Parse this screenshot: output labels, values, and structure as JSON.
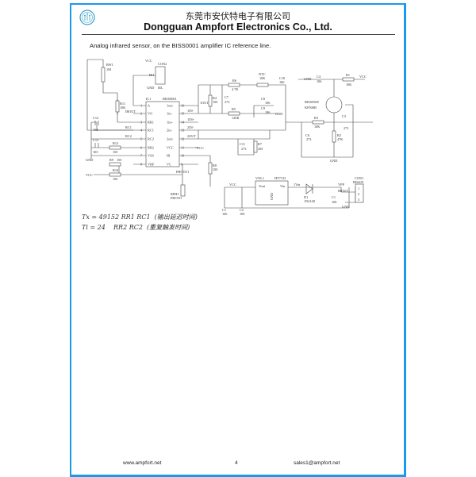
{
  "header": {
    "company_cn": "东莞市安伏特电子有限公司",
    "company_en": "Dongguan Ampfort Electronics Co., Ltd."
  },
  "intro": "Analog infrared sensor, on the BISS0001 amplifier IC reference line.",
  "schematic": {
    "ic1": "IC1",
    "ic1_part": "BISS0001",
    "left_pins": [
      "A",
      "VO",
      "RR1",
      "RC1",
      "RC2",
      "RR2",
      "VSS",
      "VRF"
    ],
    "left_nums": [
      "1",
      "2",
      "3",
      "4",
      "5",
      "6",
      "7",
      "8"
    ],
    "right_pins": [
      "1out",
      "1in-",
      "1in+",
      "2in-",
      "2out",
      "VCC",
      "IB",
      "VC"
    ],
    "right_nums": [
      "16",
      "15",
      "14",
      "13",
      "12",
      "11",
      "10",
      "9"
    ],
    "net_ibout": "IBOUT",
    "net_rc1": "RC1",
    "net_rc2": "RC2",
    "net_1in-": "1IN-",
    "net_1in+": "1IN+",
    "net_2in-": "2IN-",
    "net_2out": "2OUT",
    "net_1out": "1OUT",
    "net_vcc": "VCC",
    "net_gnd": "GND",
    "net_photo": "PHOTO1",
    "net_1vin": "1Vin",
    "net_vpp": "VPP",
    "rw1": "RW1",
    "rw1_v": "1M",
    "r11": "R11",
    "r11_v": "10K",
    "con2": "CON2",
    "con2_a": "IB1",
    "con2_b": "IEL",
    "c12": "C12",
    "c12_v": "102",
    "c13": "C13",
    "c13_v": "103",
    "r12": "R12",
    "r12_v": "1M",
    "r9": "R9",
    "r9_v": "1M",
    "r10": "R10",
    "r10_v": "1M",
    "rph1": "RPH1",
    "rph1_v": "PHOTO",
    "r4": "R4",
    "r4_v": "1M",
    "c7": "C7",
    "c7_v": "273",
    "r6": "R6",
    "r6_v": "4.7K",
    "ntc": "NTC",
    "ntc_v": "10K",
    "c10": "C10",
    "c10_v": "106",
    "c8": "C8",
    "c8_v": "106",
    "c9": "C9",
    "c9_v": "106",
    "r5": "R5",
    "r5_v": "120K",
    "c11": "C11",
    "c11_v": "273",
    "r7": "R7",
    "r7_v": "2M",
    "r8": "R8",
    "r8_v": "1M",
    "c4": "C4",
    "c4_v": "106",
    "r1": "R1",
    "r1_v": "10K",
    "q1a": "BISS0508",
    "q1b": "KP506B",
    "r3": "R3",
    "r3_v": "10K",
    "c3": "C3",
    "c3_v": "273",
    "c6": "C6",
    "c6_v": "273",
    "r2": "R2",
    "r2_v": "47K",
    "vol1": "VOL1",
    "ht": "HT7133",
    "vout": "Vout",
    "vin": "Vin",
    "c1a": "C1",
    "c1a_v": "106",
    "c2": "C2",
    "c2_v": "106",
    "d1": "D1",
    "d1_v": "1N4148",
    "c1b": "C1",
    "c1b_v": "106",
    "con1": "CON1",
    "con1_b": "BISS/N",
    "con1_pins": [
      "1",
      "2",
      "3"
    ]
  },
  "formulas": {
    "line1": "Tx = 49152 RR1 RC1  (输出延迟时间)",
    "line2": "Ti = 24    RR2 RC2  (重复触发时间)"
  },
  "footer": {
    "website": "www.ampfort.net",
    "page": "4",
    "email": "sales1@ampfort.net"
  },
  "colors": {
    "frame": "#1a9aef",
    "logo": "#3aa0c8"
  }
}
